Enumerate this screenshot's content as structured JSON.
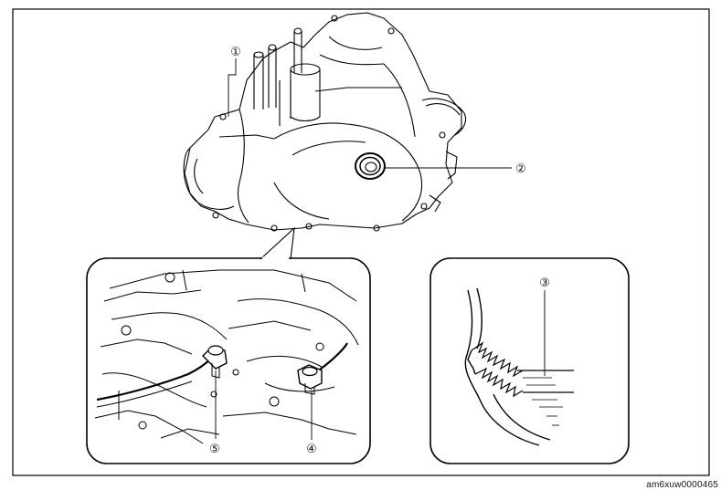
{
  "figure": {
    "code": "am6xuw0000465",
    "callouts": [
      {
        "id": "1",
        "label": "①"
      },
      {
        "id": "2",
        "label": "②"
      },
      {
        "id": "3",
        "label": "③"
      },
      {
        "id": "4",
        "label": "④"
      },
      {
        "id": "5",
        "label": "⑤"
      }
    ]
  }
}
